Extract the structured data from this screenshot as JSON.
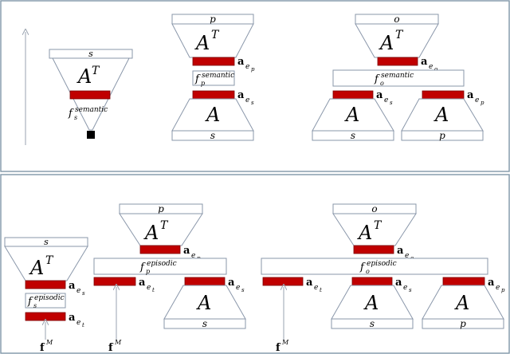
{
  "labels": {
    "s": "s",
    "p": "p",
    "o": "o",
    "A": "A",
    "AT": "A",
    "T": "T",
    "a": "a",
    "e": "e",
    "f": "f",
    "fbold": "f",
    "M": "M",
    "sub_s": "s",
    "sub_p": "p",
    "sub_o": "o",
    "sub_t": "t",
    "semantic": "semantic",
    "episodic": "episodic"
  },
  "colors": {
    "bar": "#c00000",
    "outline": "#8a97aa",
    "panel_border": "#7f96a8"
  }
}
